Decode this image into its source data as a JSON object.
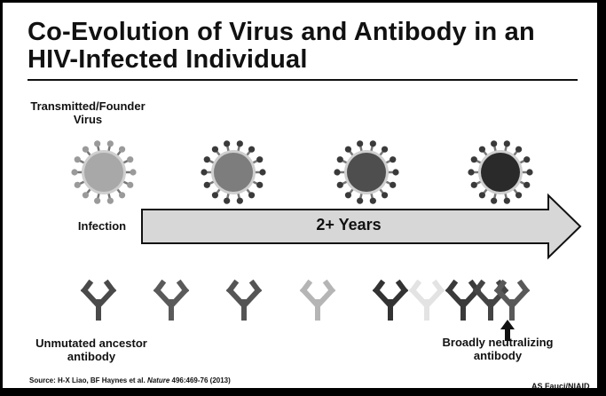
{
  "title": "Co-Evolution of Virus and Antibody in an HIV-Infected Individual",
  "labels": {
    "transmitted_founder": "Transmitted/Founder Virus",
    "infection": "Infection",
    "timeline": "2+ Years",
    "ancestor_antibody": "Unmutated ancestor antibody",
    "bnab": "Broadly neutralizing antibody"
  },
  "source": {
    "prefix": "Source: H-X Liao, BF Haynes et al.",
    "journal": "Nature",
    "suffix": "496:469-76 (2013)"
  },
  "credit": "AS Fauci/NIAID",
  "colors": {
    "virus_shades": [
      "#a8a8a8",
      "#7d7d7d",
      "#4e4e4e",
      "#2a2a2a"
    ],
    "antibody_shades": [
      "#4a4a4a",
      "#5a5a5a",
      "#555555",
      "#b5b5b5",
      "#333333",
      "#e3e3e3",
      "#3a3a3a",
      "#444444",
      "#595959"
    ],
    "arrow_fill": "#d7d7d7"
  }
}
